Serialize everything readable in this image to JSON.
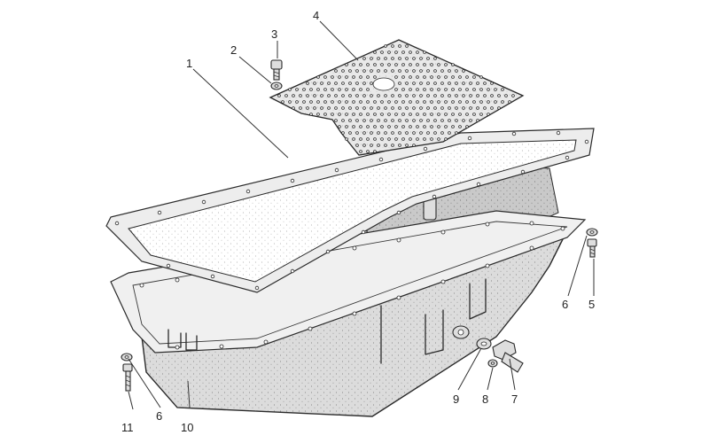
{
  "diagram": {
    "callouts": [
      {
        "id": "c1",
        "label": "1"
      },
      {
        "id": "c2",
        "label": "2"
      },
      {
        "id": "c3",
        "label": "3"
      },
      {
        "id": "c4",
        "label": "4"
      },
      {
        "id": "c5",
        "label": "5"
      },
      {
        "id": "c6a",
        "label": "6"
      },
      {
        "id": "c6b",
        "label": "6"
      },
      {
        "id": "c7",
        "label": "7"
      },
      {
        "id": "c8",
        "label": "8"
      },
      {
        "id": "c9",
        "label": "9"
      },
      {
        "id": "c10",
        "label": "10"
      },
      {
        "id": "c11",
        "label": "11"
      }
    ]
  }
}
